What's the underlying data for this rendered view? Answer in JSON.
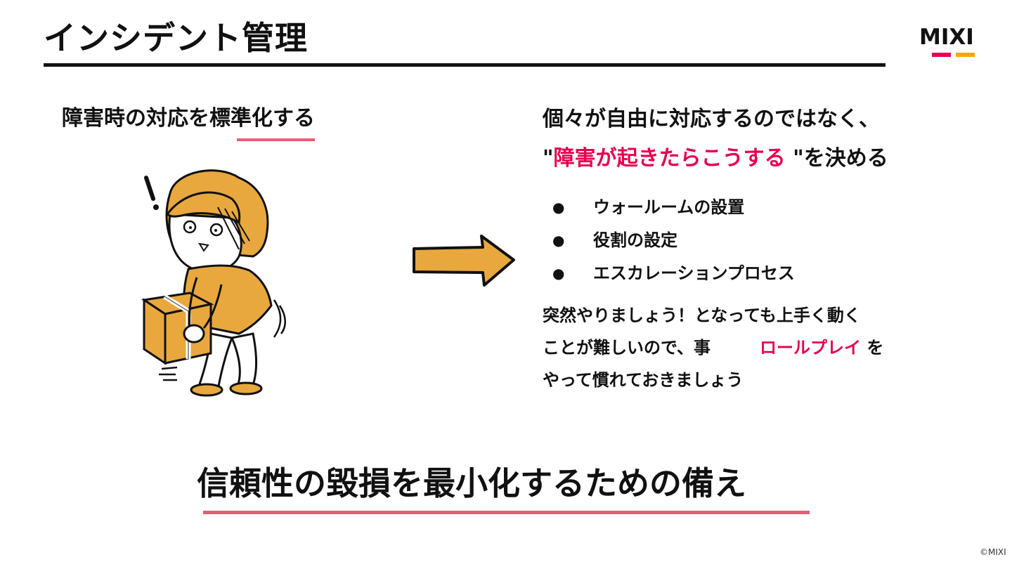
{
  "slide": {
    "title": "インシデント管理",
    "left_heading": "障害時の対応を標準化する",
    "right_heading": {
      "line1": "個々が自由に対応するのではなく、",
      "quote_open": "\"",
      "highlight": "障害が起きたらこうする",
      "line2_suffix": " \"を決める"
    },
    "bullets": [
      "ウォールームの設置",
      "役割の設定",
      "エスカレーションプロセス"
    ],
    "note": {
      "line1": "突然やりましょう！となっても上手く動く",
      "line2_prefix": "ことが難しいので、事",
      "line2_highlight": "ロールプレイ",
      "line2_suffix": " を",
      "line3": "やって慣れておきましょう"
    },
    "conclusion": "信頼性の毀損を最小化するための備え"
  },
  "logo": {
    "text": "MIXI",
    "colors": {
      "pink": "#e5004f",
      "orange": "#f5a800"
    }
  },
  "copyright": "©MIXI",
  "colors": {
    "accent_pink": "#e5004f",
    "underline_pink": "#e16076",
    "illustration_orange": "#e8a83e",
    "text": "#111111"
  },
  "icons": {
    "arrow": "right-arrow-icon",
    "illustration": "person-carrying-box-illustration",
    "bullet": "bullet-dot"
  }
}
